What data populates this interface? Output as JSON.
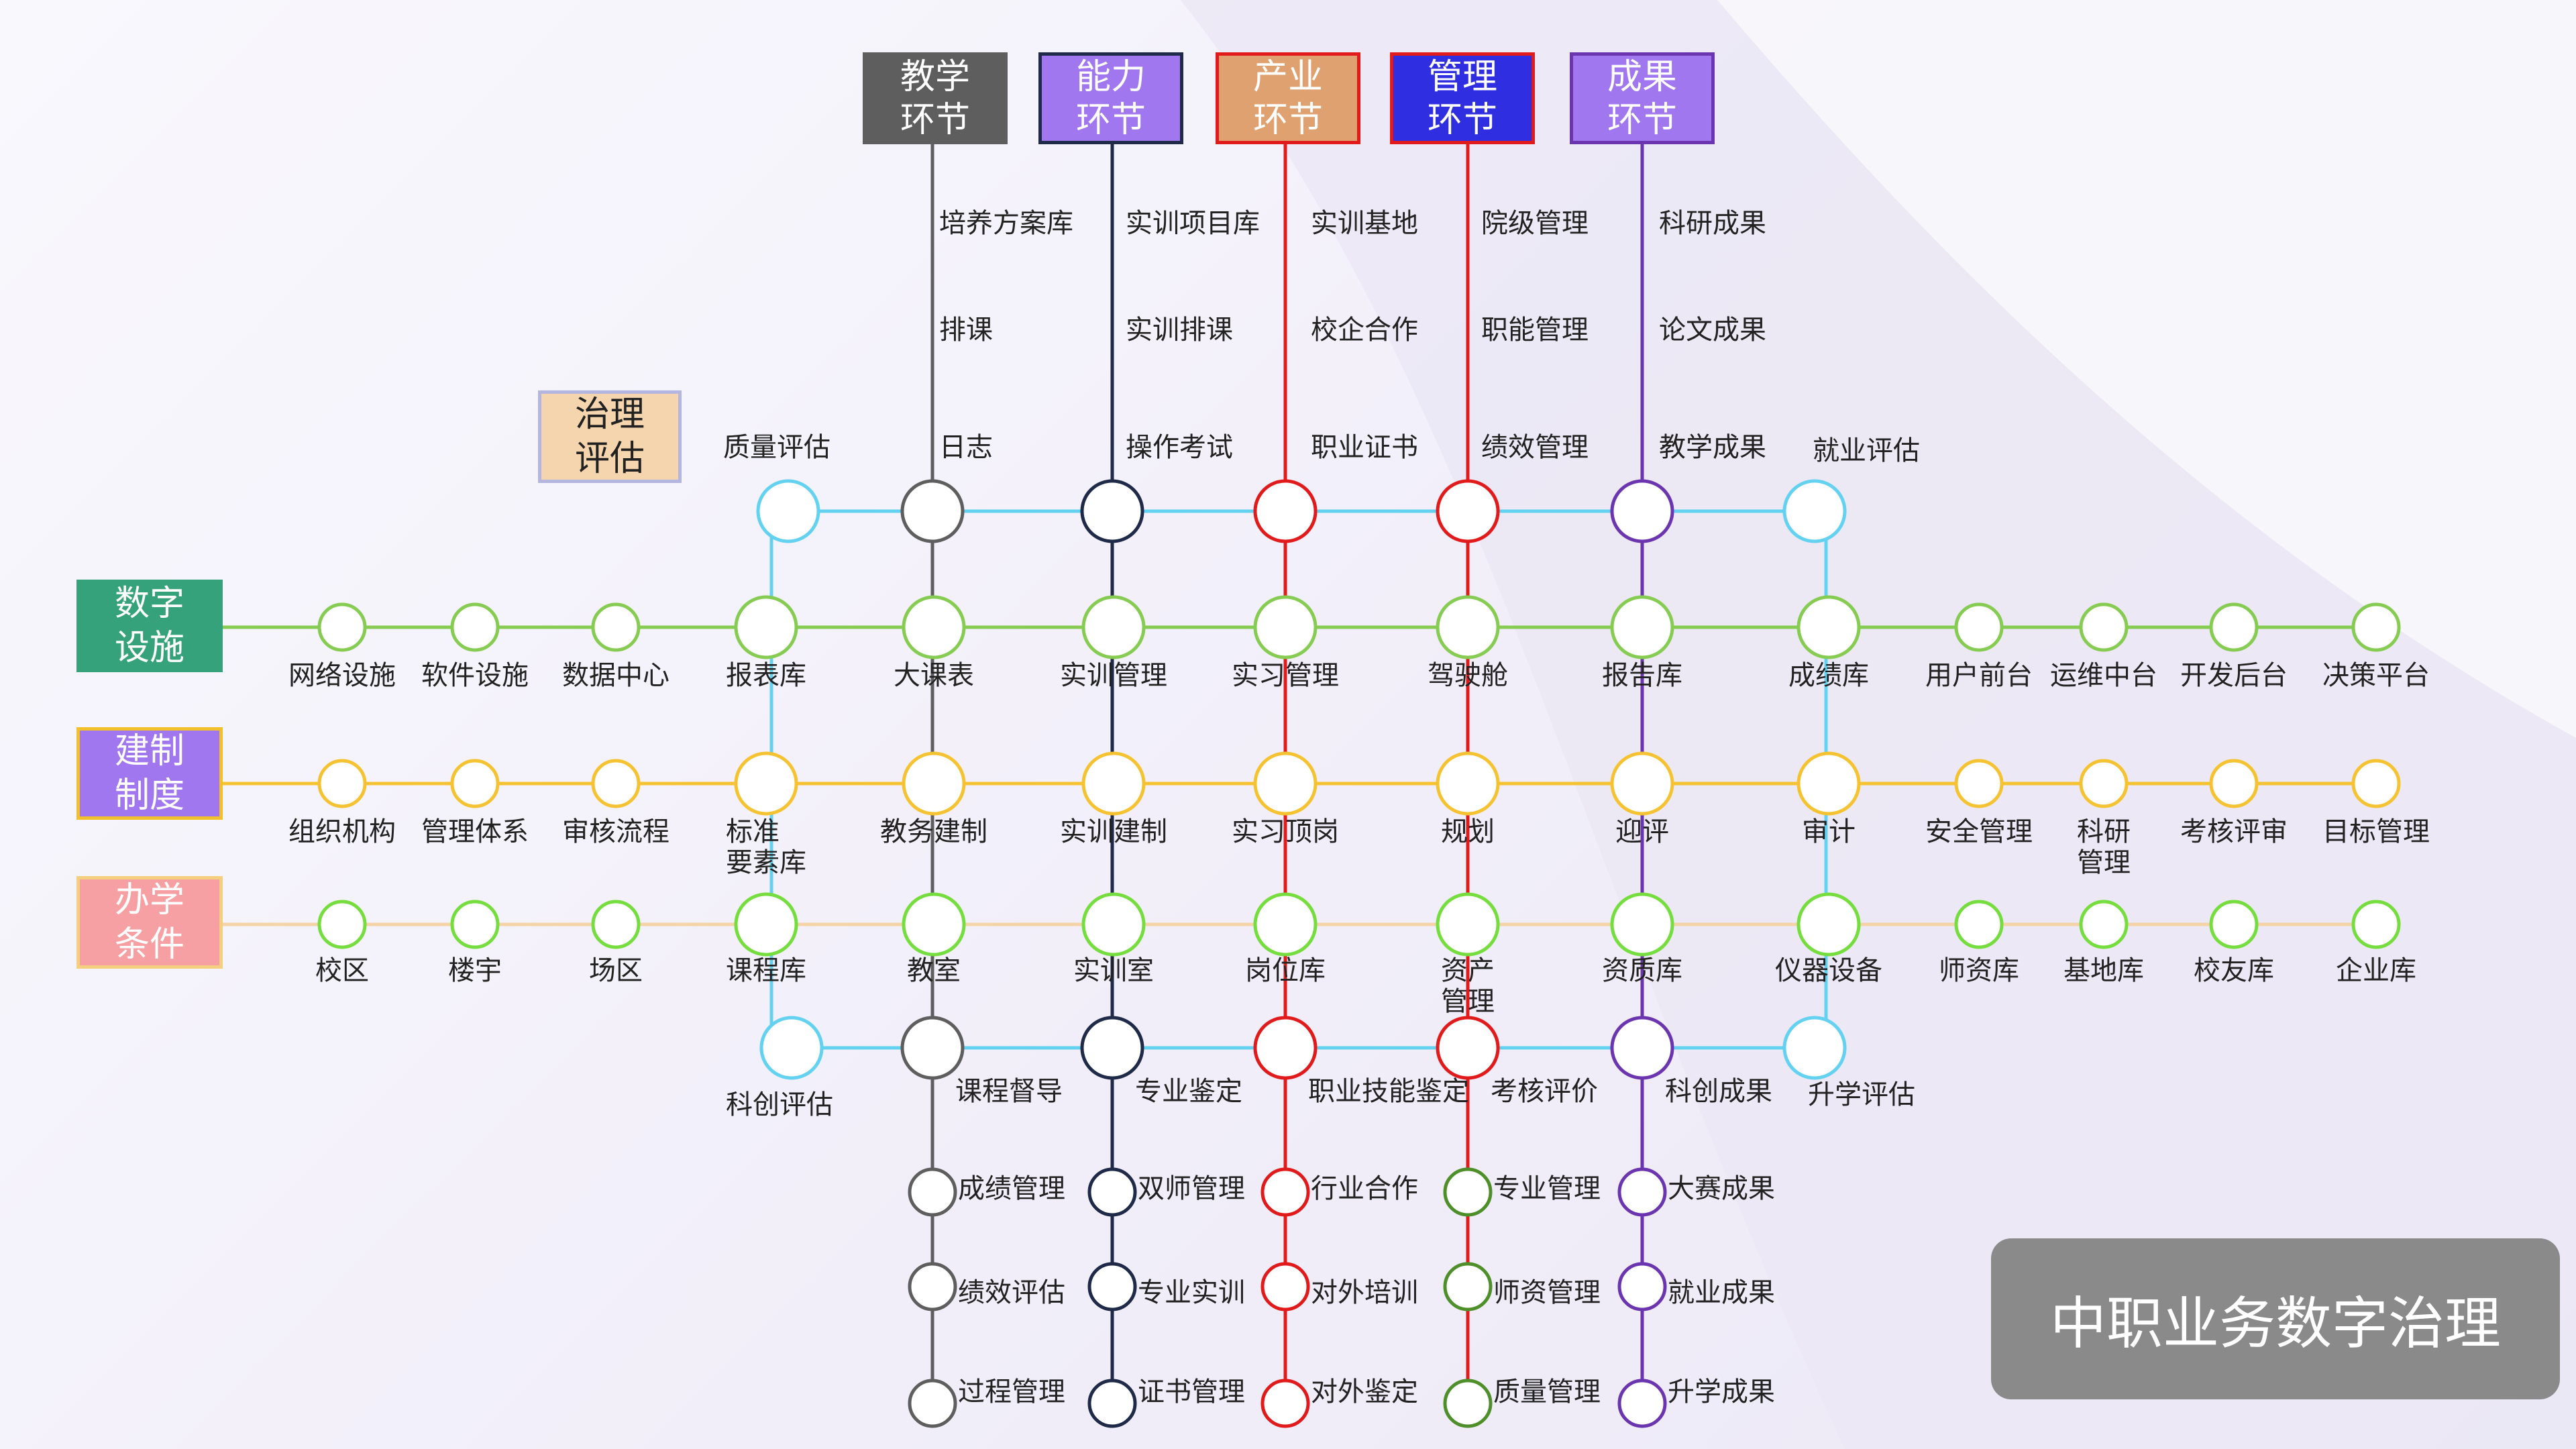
{
  "headers": [
    {
      "id": "teaching",
      "lines": [
        "教学",
        "环节"
      ],
      "fill": "#5e5e5e",
      "border": "#5e5e5e",
      "line": "#5e5e5e"
    },
    {
      "id": "ability",
      "lines": [
        "能力",
        "环节"
      ],
      "fill": "#a077ef",
      "border": "#1f2a48",
      "line": "#1f2a48"
    },
    {
      "id": "industry",
      "lines": [
        "产业",
        "环节"
      ],
      "fill": "#dfa16f",
      "border": "#e11b1b",
      "line": "#e11b1b"
    },
    {
      "id": "management",
      "lines": [
        "管理",
        "环节"
      ],
      "fill": "#2f2ee0",
      "border": "#e11b1b",
      "line": "#e11b1b"
    },
    {
      "id": "results",
      "lines": [
        "成果",
        "环节"
      ],
      "fill": "#a077ef",
      "border": "#6b35b0",
      "line": "#6b35b0"
    }
  ],
  "governance": {
    "lines": [
      "治理",
      "评估"
    ],
    "fill": "#f5d5ad",
    "border": "#b5b6df",
    "text_color": "#222222"
  },
  "row_categories": [
    {
      "id": "digital",
      "lines": [
        "数字",
        "设施"
      ],
      "fill": "#36a27b",
      "border": "#36a27b",
      "text_color": "#ffffff"
    },
    {
      "id": "system",
      "lines": [
        "建制",
        "制度"
      ],
      "fill": "#a077ef",
      "border": "#f2c02a",
      "text_color": "#ffffff"
    },
    {
      "id": "condition",
      "lines": [
        "办学",
        "条件"
      ],
      "fill": "#f6a0a4",
      "border": "#f4cf80",
      "text_color": "#ffffff"
    }
  ],
  "columns": [
    {
      "top_labels": [
        "培养方案库",
        "排课",
        "日志"
      ],
      "bottom_labels": [
        "课程督导",
        "成绩管理",
        "绩效评估",
        "过程管理"
      ]
    },
    {
      "top_labels": [
        "实训项目库",
        "实训排课",
        "操作考试"
      ],
      "bottom_labels": [
        "专业鉴定",
        "双师管理",
        "专业实训",
        "证书管理"
      ]
    },
    {
      "top_labels": [
        "实训基地",
        "校企合作",
        "职业证书"
      ],
      "bottom_labels": [
        "职业技能鉴定",
        "行业合作",
        "对外培训",
        "对外鉴定"
      ]
    },
    {
      "top_labels": [
        "院级管理",
        "职能管理",
        "绩效管理"
      ],
      "bottom_labels": [
        "考核评价",
        "专业管理",
        "师资管理",
        "质量管理"
      ]
    },
    {
      "top_labels": [
        "科研成果",
        "论文成果",
        "教学成果"
      ],
      "bottom_labels": [
        "科创成果",
        "大赛成果",
        "就业成果",
        "升学成果"
      ]
    }
  ],
  "loop_labels": {
    "top_left": "质量评估",
    "top_right": "就业评估",
    "bottom_left": "科创评估",
    "bottom_right": "升学评估"
  },
  "rows": [
    {
      "id": "digital",
      "line_color": "#87cc52",
      "labels": [
        "网络设施",
        "软件设施",
        "数据中心",
        "报表库",
        "大课表",
        "实训管理",
        "实习管理",
        "驾驶舱",
        "报告库",
        "成绩库",
        "用户前台",
        "运维中台",
        "开发后台",
        "决策平台"
      ]
    },
    {
      "id": "system",
      "line_color": "#f5c331",
      "labels": [
        "组织机构",
        "管理体系",
        "审核流程",
        "标准要素库",
        "教务建制",
        "实训建制",
        "实习顶岗",
        "规划",
        "迎评",
        "审计",
        "安全管理",
        "科研管理",
        "考核评审",
        "目标管理"
      ]
    },
    {
      "id": "condition",
      "line_color": "#f4d4a6",
      "labels": [
        "校区",
        "楼宇",
        "场区",
        "课程库",
        "教室",
        "实训室",
        "岗位库",
        "资产管理",
        "资质库",
        "仪器设备",
        "师资库",
        "基地库",
        "校友库",
        "企业库"
      ]
    }
  ],
  "badge": "中职业务数字治理",
  "colors": {
    "loop": "#63d1f0",
    "digital_node": "#87cc52",
    "system_node": "#f5c331",
    "condition_node": "#76dd3e",
    "mgmt_sub_node": "#4e8f2a",
    "background": "#f3f1fa"
  }
}
